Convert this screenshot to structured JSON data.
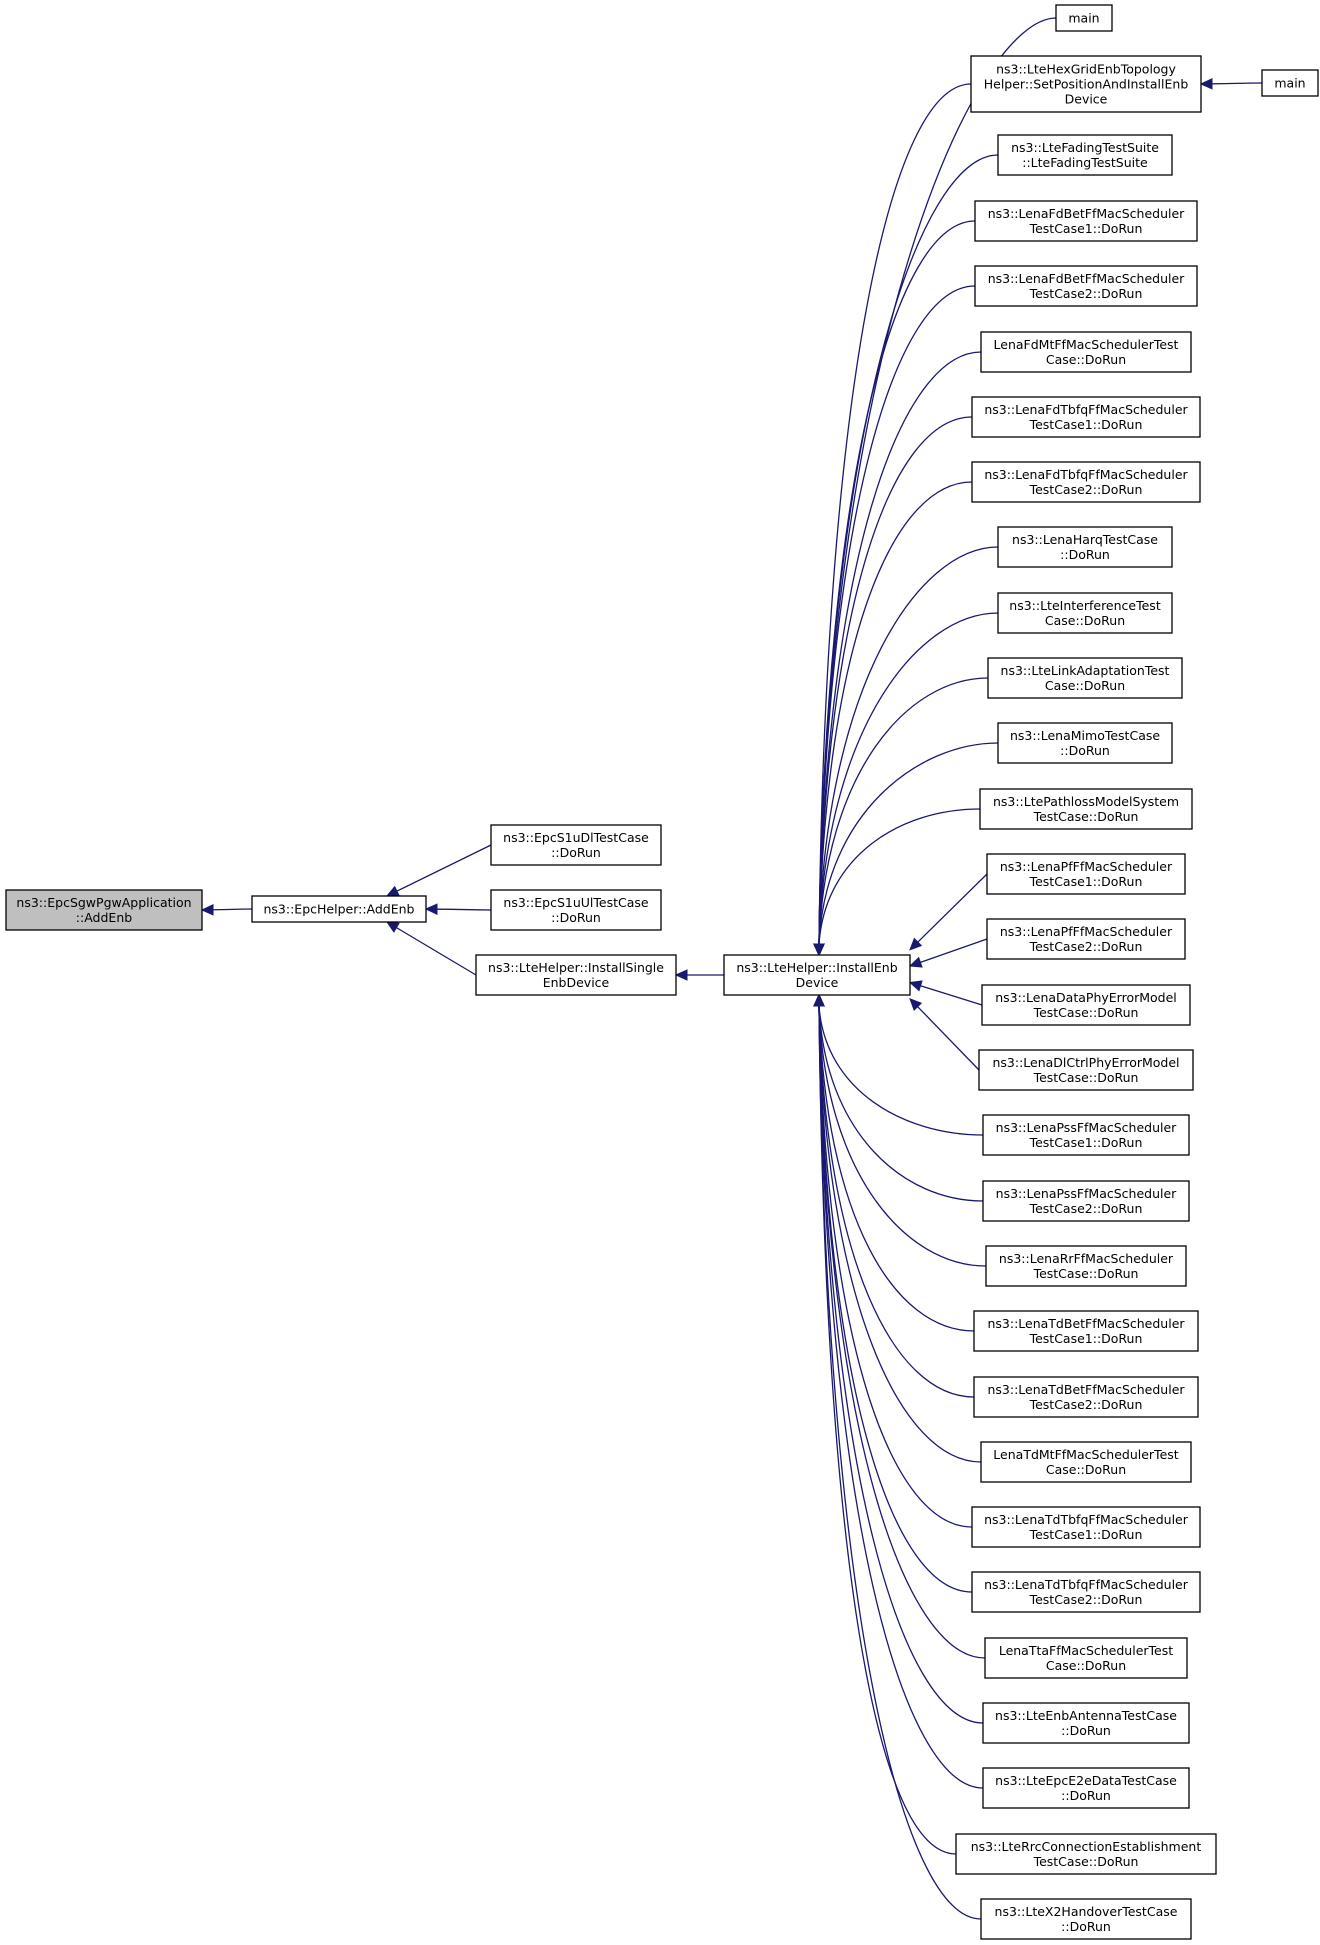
{
  "diagram": {
    "type": "doxygen-caller-graph",
    "edge_color": "#191970",
    "focus_fill": "#bfbfbf",
    "nodes": [
      {
        "id": "n0",
        "lines": [
          "ns3::EpcSgwPgwApplication",
          "::AddEnb"
        ],
        "focus": true
      },
      {
        "id": "n1",
        "lines": [
          "ns3::EpcHelper::AddEnb"
        ]
      },
      {
        "id": "n2",
        "lines": [
          "ns3::EpcS1uDlTestCase",
          "::DoRun"
        ]
      },
      {
        "id": "n3",
        "lines": [
          "ns3::EpcS1uUlTestCase",
          "::DoRun"
        ]
      },
      {
        "id": "n4",
        "lines": [
          "ns3::LteHelper::InstallSingle",
          "EnbDevice"
        ]
      },
      {
        "id": "n5",
        "lines": [
          "ns3::LteHelper::InstallEnb",
          "Device"
        ]
      },
      {
        "id": "c0",
        "lines": [
          "main"
        ]
      },
      {
        "id": "c1",
        "lines": [
          "ns3::LteHexGridEnbTopology",
          "Helper::SetPositionAndInstallEnb",
          "Device"
        ]
      },
      {
        "id": "m1",
        "lines": [
          "main"
        ]
      },
      {
        "id": "c2",
        "lines": [
          "ns3::LteFadingTestSuite",
          "::LteFadingTestSuite"
        ]
      },
      {
        "id": "c3",
        "lines": [
          "ns3::LenaFdBetFfMacScheduler",
          "TestCase1::DoRun"
        ]
      },
      {
        "id": "c4",
        "lines": [
          "ns3::LenaFdBetFfMacScheduler",
          "TestCase2::DoRun"
        ]
      },
      {
        "id": "c5",
        "lines": [
          "LenaFdMtFfMacSchedulerTest",
          "Case::DoRun"
        ]
      },
      {
        "id": "c6",
        "lines": [
          "ns3::LenaFdTbfqFfMacScheduler",
          "TestCase1::DoRun"
        ]
      },
      {
        "id": "c7",
        "lines": [
          "ns3::LenaFdTbfqFfMacScheduler",
          "TestCase2::DoRun"
        ]
      },
      {
        "id": "c8",
        "lines": [
          "ns3::LenaHarqTestCase",
          "::DoRun"
        ]
      },
      {
        "id": "c9",
        "lines": [
          "ns3::LteInterferenceTest",
          "Case::DoRun"
        ]
      },
      {
        "id": "c10",
        "lines": [
          "ns3::LteLinkAdaptationTest",
          "Case::DoRun"
        ]
      },
      {
        "id": "c11",
        "lines": [
          "ns3::LenaMimoTestCase",
          "::DoRun"
        ]
      },
      {
        "id": "c12",
        "lines": [
          "ns3::LtePathlossModelSystem",
          "TestCase::DoRun"
        ]
      },
      {
        "id": "c13",
        "lines": [
          "ns3::LenaPfFfMacScheduler",
          "TestCase1::DoRun"
        ]
      },
      {
        "id": "c14",
        "lines": [
          "ns3::LenaPfFfMacScheduler",
          "TestCase2::DoRun"
        ]
      },
      {
        "id": "c15",
        "lines": [
          "ns3::LenaDataPhyErrorModel",
          "TestCase::DoRun"
        ]
      },
      {
        "id": "c16",
        "lines": [
          "ns3::LenaDlCtrlPhyErrorModel",
          "TestCase::DoRun"
        ]
      },
      {
        "id": "c17",
        "lines": [
          "ns3::LenaPssFfMacScheduler",
          "TestCase1::DoRun"
        ]
      },
      {
        "id": "c18",
        "lines": [
          "ns3::LenaPssFfMacScheduler",
          "TestCase2::DoRun"
        ]
      },
      {
        "id": "c19",
        "lines": [
          "ns3::LenaRrFfMacScheduler",
          "TestCase::DoRun"
        ]
      },
      {
        "id": "c20",
        "lines": [
          "ns3::LenaTdBetFfMacScheduler",
          "TestCase1::DoRun"
        ]
      },
      {
        "id": "c21",
        "lines": [
          "ns3::LenaTdBetFfMacScheduler",
          "TestCase2::DoRun"
        ]
      },
      {
        "id": "c22",
        "lines": [
          "LenaTdMtFfMacSchedulerTest",
          "Case::DoRun"
        ]
      },
      {
        "id": "c23",
        "lines": [
          "ns3::LenaTdTbfqFfMacScheduler",
          "TestCase1::DoRun"
        ]
      },
      {
        "id": "c24",
        "lines": [
          "ns3::LenaTdTbfqFfMacScheduler",
          "TestCase2::DoRun"
        ]
      },
      {
        "id": "c25",
        "lines": [
          "LenaTtaFfMacSchedulerTest",
          "Case::DoRun"
        ]
      },
      {
        "id": "c26",
        "lines": [
          "ns3::LteEnbAntennaTestCase",
          "::DoRun"
        ]
      },
      {
        "id": "c27",
        "lines": [
          "ns3::LteEpcE2eDataTestCase",
          "::DoRun"
        ]
      },
      {
        "id": "c28",
        "lines": [
          "ns3::LteRrcConnectionEstablishment",
          "TestCase::DoRun"
        ]
      },
      {
        "id": "c29",
        "lines": [
          "ns3::LteX2HandoverTestCase",
          "::DoRun"
        ]
      }
    ],
    "edges": [
      {
        "from": "n1",
        "to": "n0"
      },
      {
        "from": "n2",
        "to": "n1"
      },
      {
        "from": "n3",
        "to": "n1"
      },
      {
        "from": "n4",
        "to": "n1"
      },
      {
        "from": "n5",
        "to": "n4"
      },
      {
        "from": "m1",
        "to": "c1"
      },
      {
        "from": "c0",
        "to": "n5"
      },
      {
        "from": "c1",
        "to": "n5"
      },
      {
        "from": "c2",
        "to": "n5"
      },
      {
        "from": "c3",
        "to": "n5"
      },
      {
        "from": "c4",
        "to": "n5"
      },
      {
        "from": "c5",
        "to": "n5"
      },
      {
        "from": "c6",
        "to": "n5"
      },
      {
        "from": "c7",
        "to": "n5"
      },
      {
        "from": "c8",
        "to": "n5"
      },
      {
        "from": "c9",
        "to": "n5"
      },
      {
        "from": "c10",
        "to": "n5"
      },
      {
        "from": "c11",
        "to": "n5"
      },
      {
        "from": "c12",
        "to": "n5"
      },
      {
        "from": "c13",
        "to": "n5"
      },
      {
        "from": "c14",
        "to": "n5"
      },
      {
        "from": "c15",
        "to": "n5"
      },
      {
        "from": "c16",
        "to": "n5"
      },
      {
        "from": "c17",
        "to": "n5"
      },
      {
        "from": "c18",
        "to": "n5"
      },
      {
        "from": "c19",
        "to": "n5"
      },
      {
        "from": "c20",
        "to": "n5"
      },
      {
        "from": "c21",
        "to": "n5"
      },
      {
        "from": "c22",
        "to": "n5"
      },
      {
        "from": "c23",
        "to": "n5"
      },
      {
        "from": "c24",
        "to": "n5"
      },
      {
        "from": "c25",
        "to": "n5"
      },
      {
        "from": "c26",
        "to": "n5"
      },
      {
        "from": "c27",
        "to": "n5"
      },
      {
        "from": "c28",
        "to": "n5"
      },
      {
        "from": "c29",
        "to": "n5"
      }
    ]
  }
}
